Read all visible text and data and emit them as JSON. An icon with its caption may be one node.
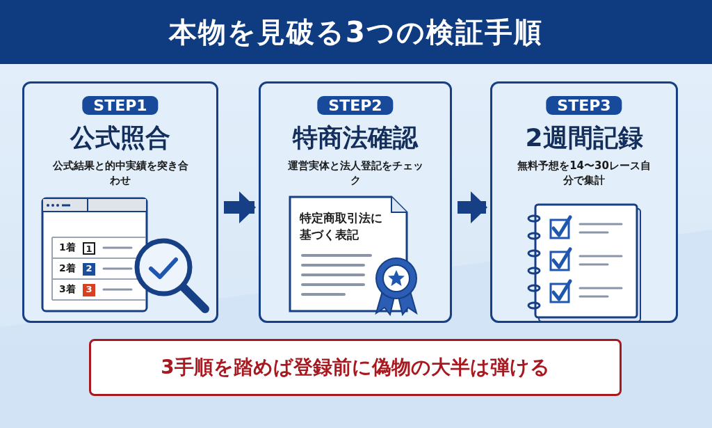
{
  "diagram": {
    "title": "本物を見破る3つの検証手順",
    "nodes": [
      {
        "text": [
          "STEP1",
          "公式照合",
          "公式結果と的中実績を突き合わせ"
        ]
      },
      {
        "text": [
          "STEP2",
          "特商法確認",
          "運営実体と法人登記をチェック"
        ]
      },
      {
        "text": [
          "特定商取引法に基づく表記"
        ],
        "in": 1
      },
      {
        "text": [
          "STEP3",
          "2週間記録",
          "無料予想を14〜30レース自分で集計"
        ]
      },
      {
        "text": [
          "3手順を踏めば登録前に偽物の大半は弾ける"
        ]
      }
    ],
    "edges": [
      {
        "from": 0,
        "to": 1,
        "arrow": "to"
      },
      {
        "from": 1,
        "to": 3,
        "arrow": "to"
      }
    ],
    "labels": [
      "1着",
      "1",
      "2着",
      "2",
      "3着",
      "3"
    ]
  }
}
